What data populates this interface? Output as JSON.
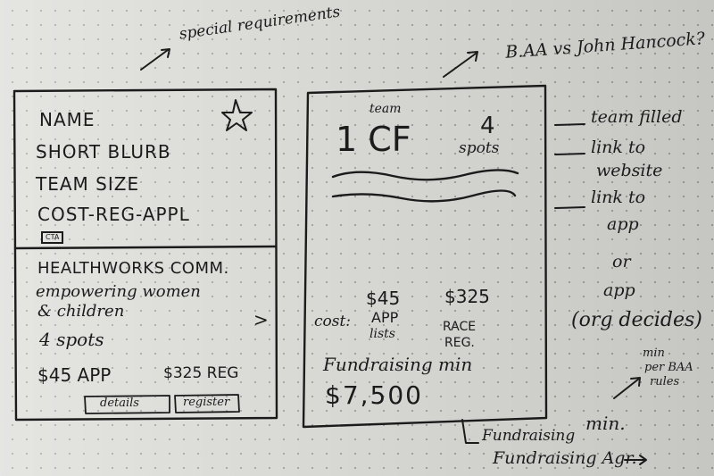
{
  "top_note": "special requirements",
  "top_right_note": "B.AA vs John Hancock?",
  "left_card": {
    "fields": [
      "NAME",
      "SHORT BLURB",
      "TEAM SIZE",
      "COST-REG-APPL"
    ],
    "tag": "CTA",
    "charity_name": "HEALTHWORKS COMM.",
    "blurb_line1": "empowering women",
    "blurb_line2": "& children",
    "arrow": ">",
    "spots": "4 spots",
    "app_fee": "$45 APP",
    "reg_fee": "$325 REG",
    "btn_left": "details",
    "btn_right": "register"
  },
  "right_card": {
    "team_label": "team",
    "team_code": "1 CF",
    "spots_number": "4",
    "spots_label": "spots",
    "cost_label": "cost:",
    "app_price": "$45",
    "app_label": "APP",
    "app_sub": "lists",
    "race_price": "$325",
    "race_label_1": "RACE",
    "race_label_2": "REG.",
    "fundraising_label": "Fundraising min",
    "fundraising_amount": "$7,500"
  },
  "right_notes": {
    "n1": "team filled",
    "n2a": "link to",
    "n2b": "website",
    "n3a": "link to",
    "n3b": "app",
    "n4": "or",
    "n5": "app",
    "n6": "(org decides)",
    "n7a": "min",
    "n7b": "per BAA",
    "n7c": "rules",
    "n8": "min."
  },
  "bottom_notes": {
    "b1": "Fundraising",
    "b2": "Fundraising Agr."
  }
}
